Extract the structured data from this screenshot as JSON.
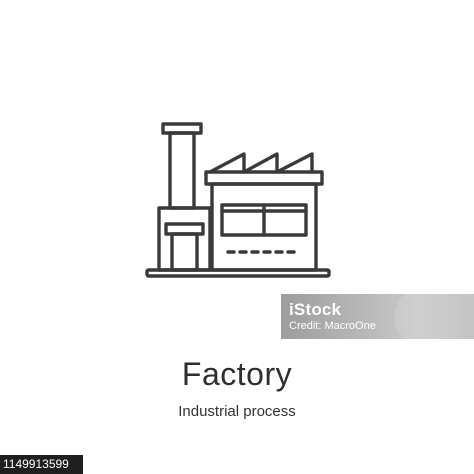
{
  "title": "Factory",
  "subtitle": "Industrial process",
  "watermark": {
    "line1": "iStock",
    "line2": "Credit: MacroOne"
  },
  "image_id": "1149913599",
  "colors": {
    "icon_stroke": "#3a3a3a",
    "background": "#ffffff",
    "title_text": "#2e2e2e",
    "id_strip": "#1f1f1f"
  },
  "icon": "factory-outline-icon"
}
